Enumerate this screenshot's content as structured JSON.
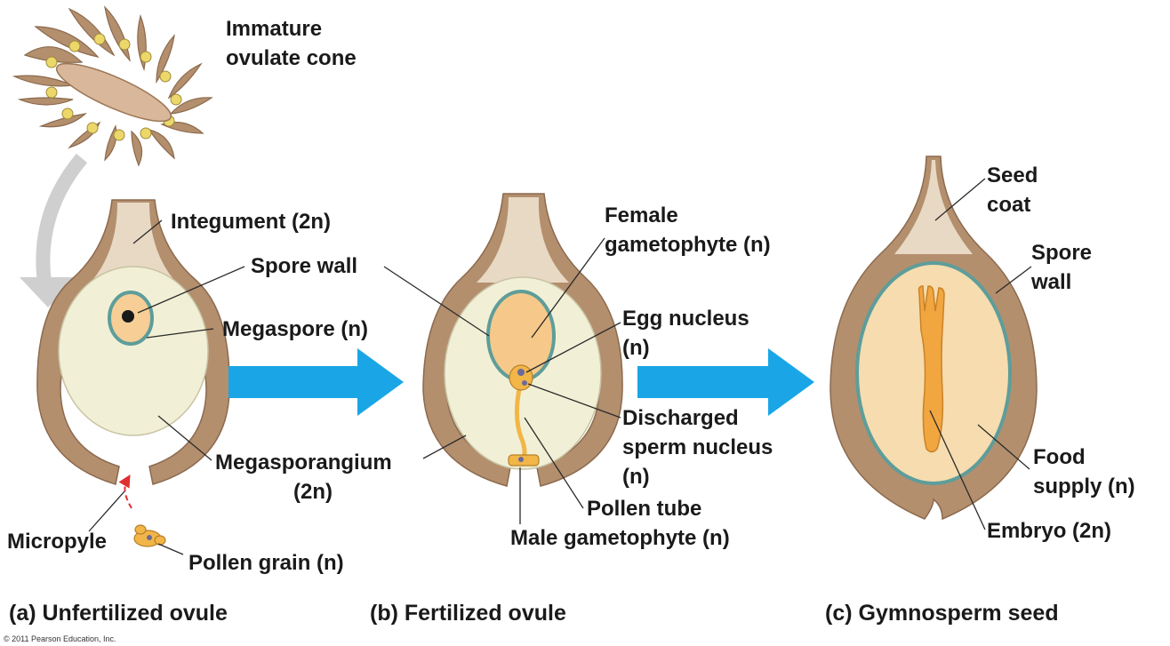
{
  "colors": {
    "integument": "#b38f6e",
    "integument_light": "#e8d9c4",
    "megasporangium": "#f1f0d6",
    "spore_wall": "#5e9d9a",
    "gametophyte": "#f6c98a",
    "pollen": "#f2b547",
    "arrow_blue": "#1aa6e6",
    "pollen_arrow": "#e03030",
    "curved_arrow": "#cfcfcf"
  },
  "labels": {
    "cone_line1": "Immature",
    "cone_line2": "ovulate cone",
    "integument": "Integument (2n)",
    "spore_wall_a": "Spore wall",
    "megaspore": "Megaspore (n)",
    "megasporangium_line1": "Megasporangium",
    "megasporangium_line2": "(2n)",
    "micropyle": "Micropyle",
    "pollen_grain": "Pollen grain (n)",
    "female_line1": "Female",
    "female_line2": "gametophyte (n)",
    "egg_line1": "Egg nucleus",
    "egg_line2": "(n)",
    "sperm_line1": "Discharged",
    "sperm_line2": "sperm nucleus",
    "sperm_line3": "(n)",
    "pollen_tube": "Pollen tube",
    "male_gametophyte": "Male gametophyte (n)",
    "seed_coat_line1": "Seed",
    "seed_coat_line2": "coat",
    "spore_wall_c_line1": "Spore",
    "spore_wall_c_line2": "wall",
    "food_line1": "Food",
    "food_line2": "supply (n)",
    "embryo": "Embryo (2n)"
  },
  "captions": {
    "a": "(a) Unfertilized ovule",
    "b": "(b) Fertilized ovule",
    "c": "(c) Gymnosperm seed"
  },
  "copyright": "© 2011 Pearson Education, Inc."
}
